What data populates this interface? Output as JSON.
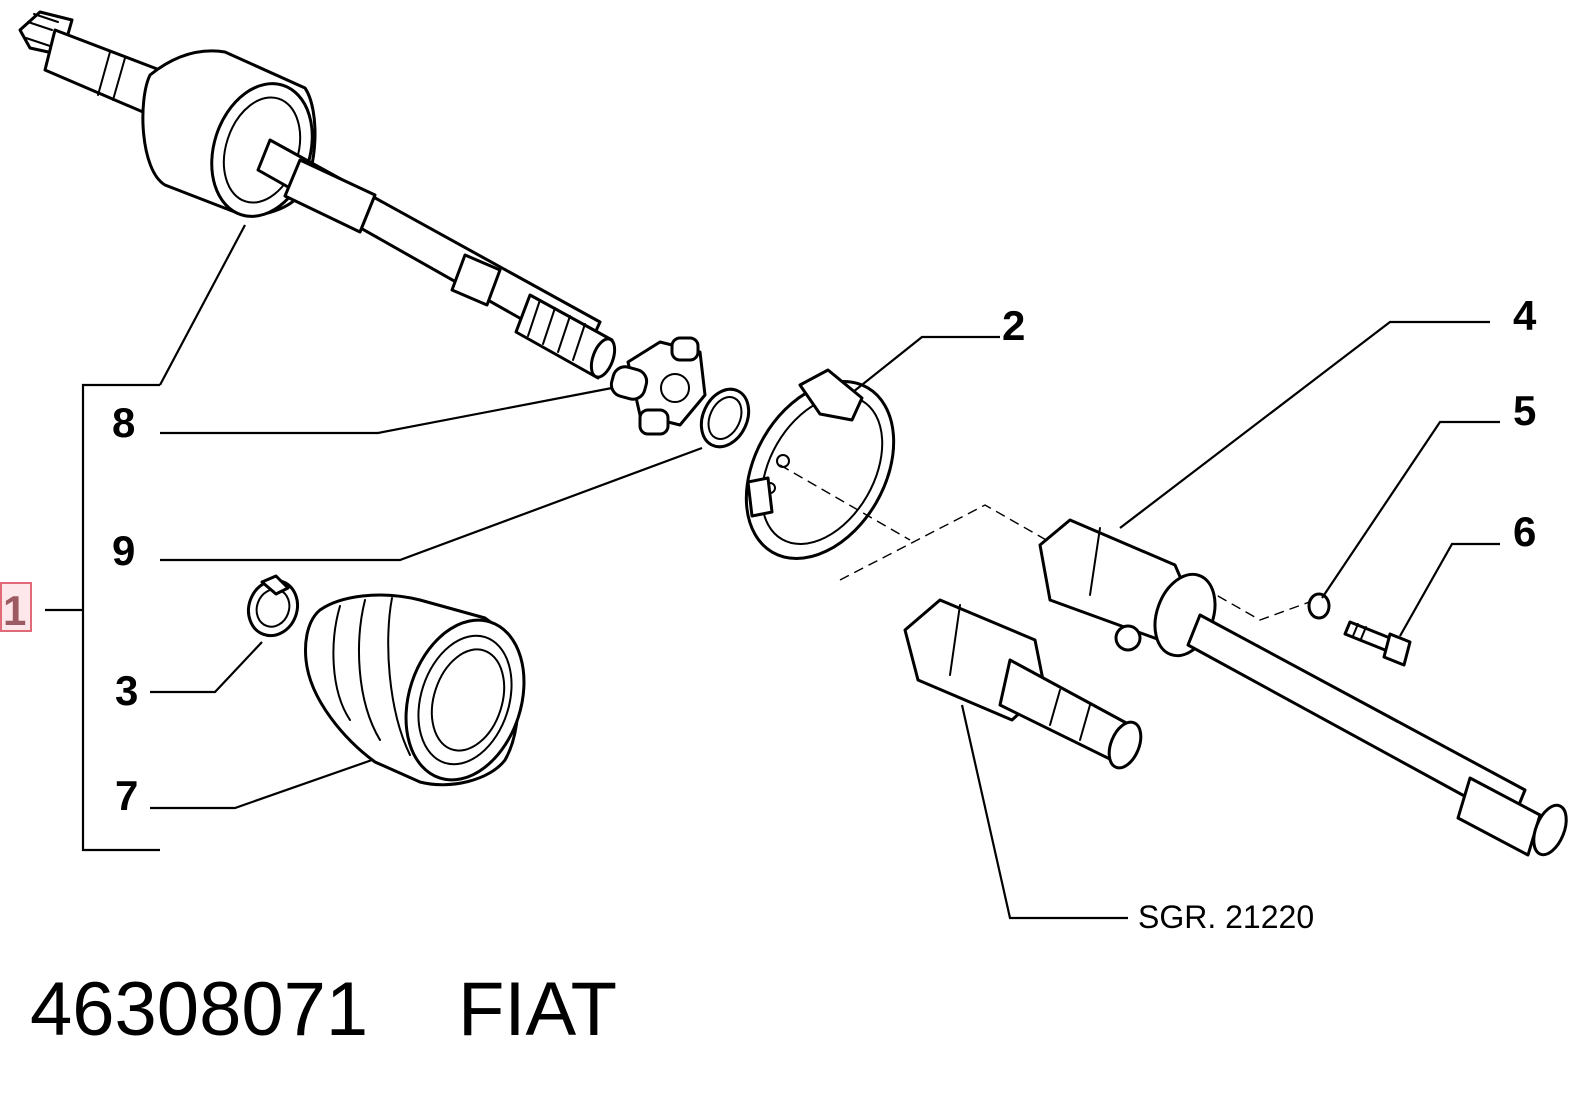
{
  "callouts": {
    "c1": "1",
    "c2": "2",
    "c3": "3",
    "c4": "4",
    "c5": "5",
    "c6": "6",
    "c7": "7",
    "c8": "8",
    "c9": "9"
  },
  "reference": "SGR. 21220",
  "part_number": "46308071",
  "brand": "FIAT",
  "highlight_color": "#e06a78",
  "highlighted_callout": "1"
}
